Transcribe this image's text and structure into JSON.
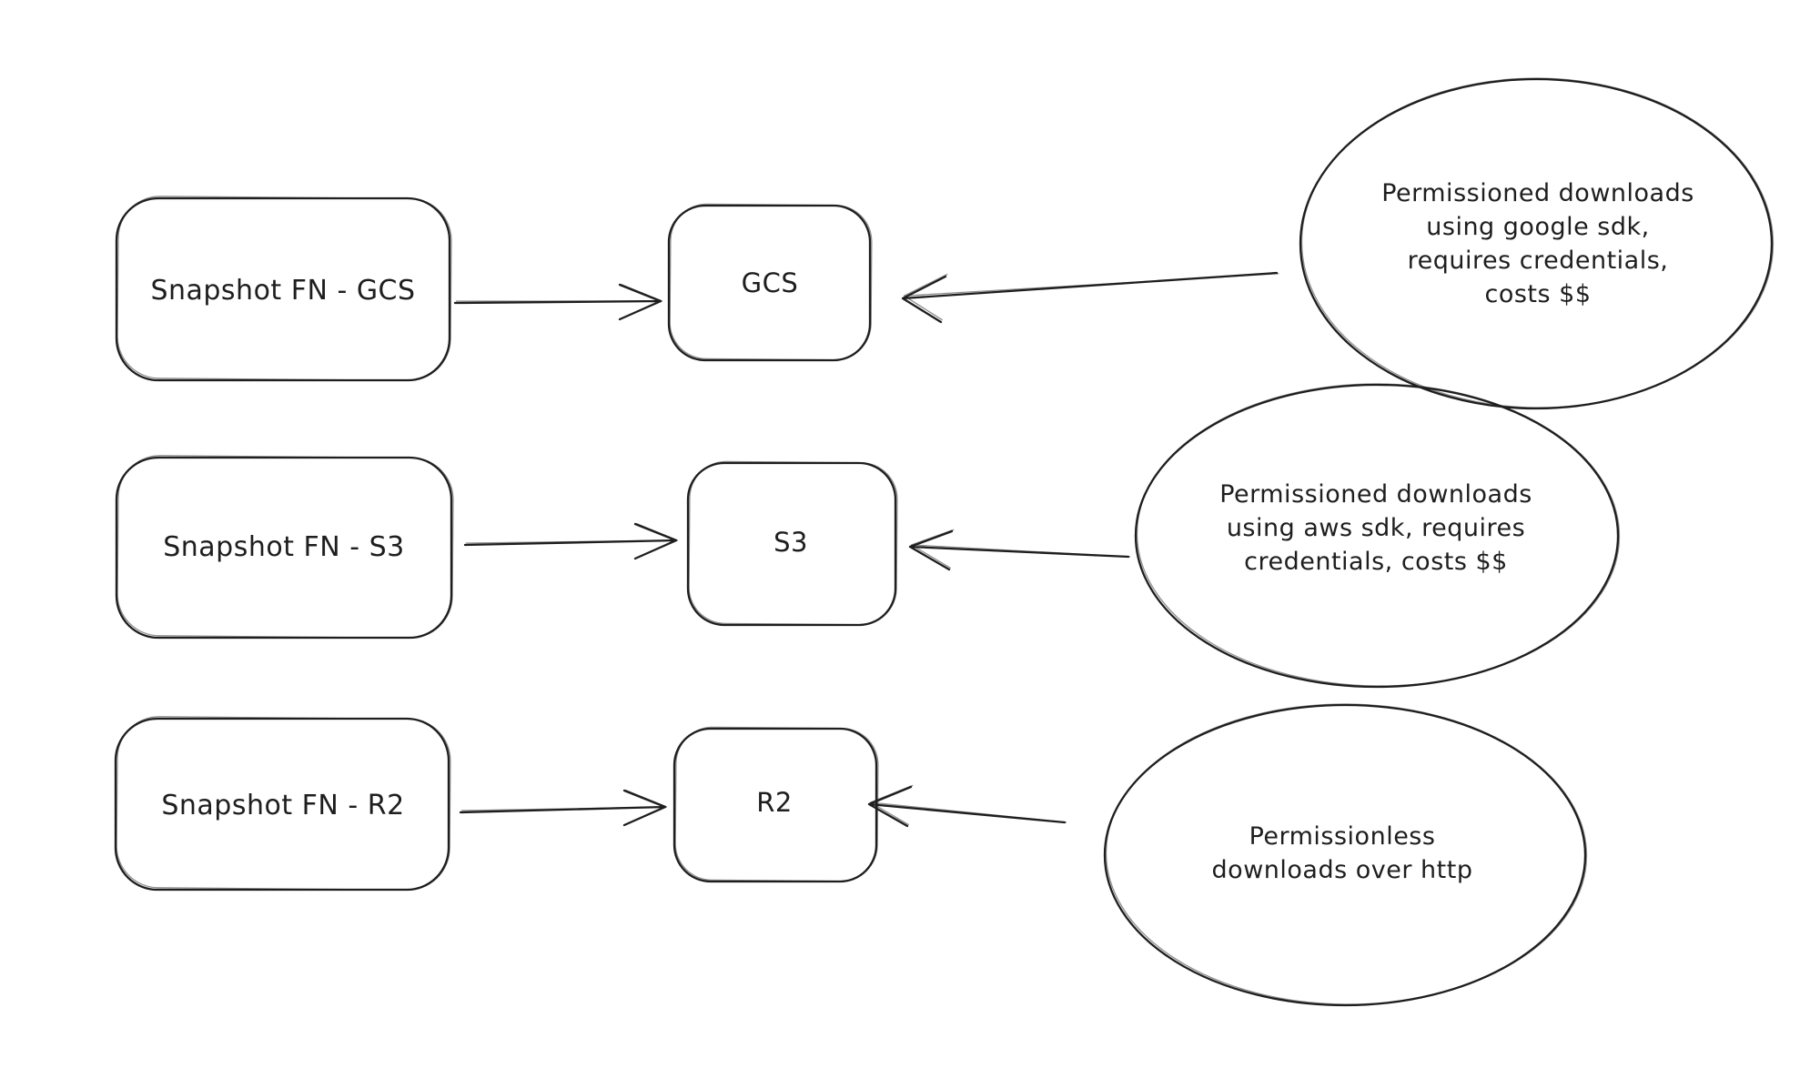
{
  "diagram": {
    "type": "flow-diagram",
    "style": "hand-drawn-sketch",
    "colors": {
      "stroke": "#1e1e1e",
      "background": "#ffffff"
    },
    "rows": [
      {
        "source_label": "Snapshot FN - GCS",
        "target_label": "GCS",
        "annotation_lines": [
          "Permissioned downloads",
          "using google sdk,",
          "requires credentials,",
          "costs $$"
        ]
      },
      {
        "source_label": "Snapshot FN - S3",
        "target_label": "S3",
        "annotation_lines": [
          "Permissioned downloads",
          "using aws sdk, requires",
          "credentials, costs $$"
        ]
      },
      {
        "source_label": "Snapshot FN - R2",
        "target_label": "R2",
        "annotation_lines": [
          "Permissionless",
          "downloads over http"
        ]
      }
    ]
  }
}
